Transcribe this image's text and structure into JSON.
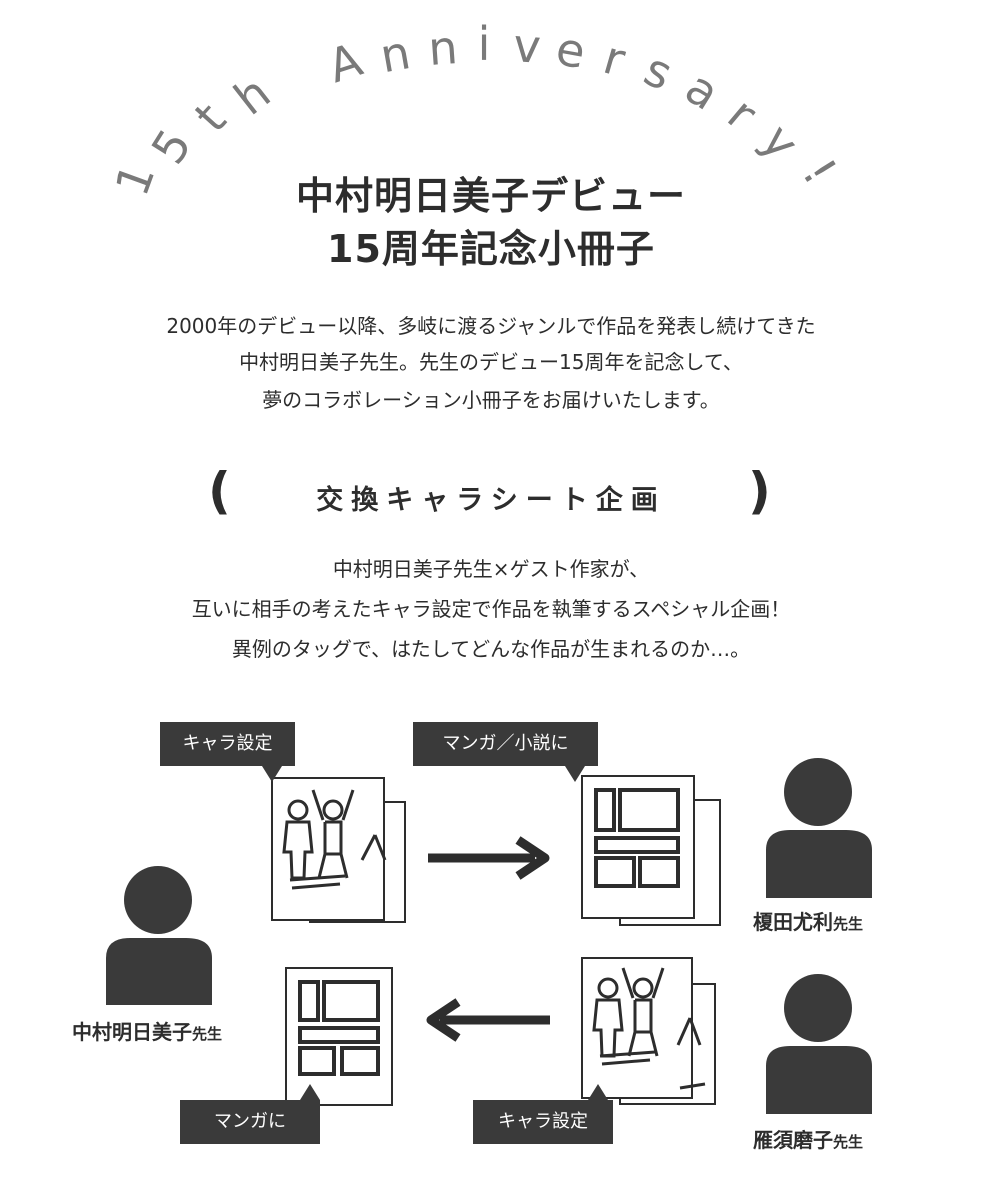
{
  "anniversary": {
    "text": "15th Anniversary!",
    "letters": [
      "1",
      "5",
      "t",
      "h",
      "A",
      "n",
      "n",
      "i",
      "v",
      "e",
      "r",
      "s",
      "a",
      "r",
      "y",
      "!"
    ]
  },
  "title": {
    "line1": "中村明日美子デビュー",
    "line2": "15周年記念小冊子"
  },
  "intro": {
    "line1": "2000年のデビュー以降、多岐に渡るジャンルで作品を発表し続けてきた",
    "line2": "中村明日美子先生。先生のデビュー15周年を記念して、",
    "line3": "夢のコラボレーション小冊子をお届けいたします。"
  },
  "section": {
    "open_paren": "(",
    "title": "交換キャラシート企画",
    "close_paren": ")"
  },
  "description": {
    "line1": "中村明日美子先生×ゲスト作家が、",
    "line2": "互いに相手の考えたキャラ設定で作品を執筆するスペシャル企画！",
    "line3": "異例のタッグで、はたしてどんな作品が生まれるのか…。"
  },
  "diagram": {
    "label_top_left": "キャラ設定",
    "label_top_right": "マンガ／小説に",
    "label_bottom_left": "マンガに",
    "label_bottom_right": "キャラ設定",
    "person_left": {
      "name": "中村明日美子",
      "suffix": "先生"
    },
    "person_top_right": {
      "name": "榎田尤利",
      "suffix": "先生"
    },
    "person_bottom_right": {
      "name": "雁須磨子",
      "suffix": "先生"
    }
  },
  "colors": {
    "ink": "#2d2d2d",
    "label_bg": "#3a3a3a",
    "person_fill": "#3a3a3a",
    "anniversary_gray": "#7a7a7a"
  }
}
